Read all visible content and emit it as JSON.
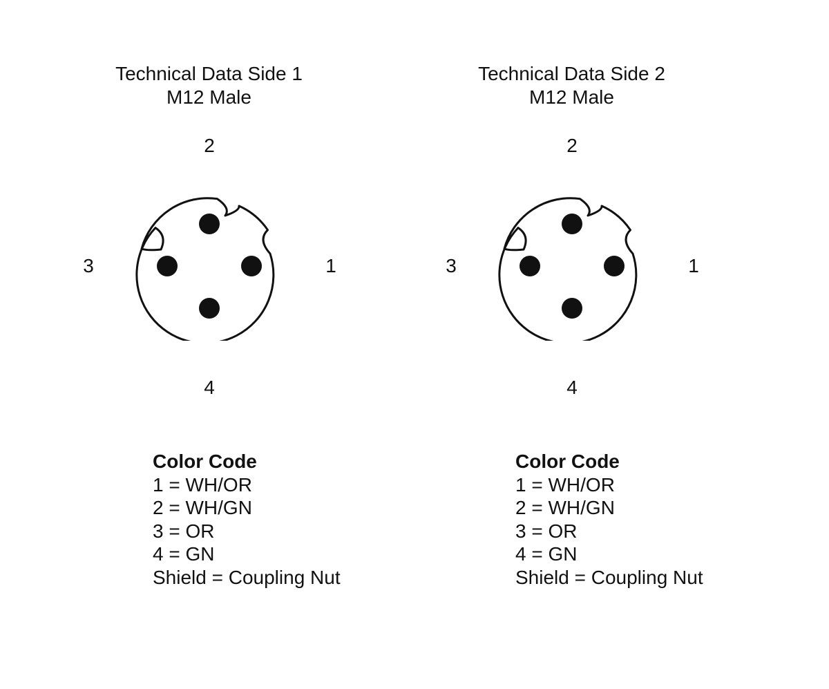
{
  "sides": [
    {
      "title_line1": "Technical Data Side 1",
      "title_line2": "M12 Male",
      "pins": {
        "top": "2",
        "right": "1",
        "bottom": "4",
        "left": "3"
      },
      "legend": {
        "heading": "Color Code",
        "lines": [
          "1 = WH/OR",
          "2 = WH/GN",
          "3 = OR",
          "4 = GN",
          "Shield = Coupling Nut"
        ]
      }
    },
    {
      "title_line1": "Technical Data Side 2",
      "title_line2": "M12 Male",
      "pins": {
        "top": "2",
        "right": "1",
        "bottom": "4",
        "left": "3"
      },
      "legend": {
        "heading": "Color Code",
        "lines": [
          "1 = WH/OR",
          "2 = WH/GN",
          "3 = OR",
          "4 = GN",
          "Shield = Coupling Nut"
        ]
      }
    }
  ],
  "colors": {
    "stroke": "#111111",
    "background": "#ffffff"
  }
}
